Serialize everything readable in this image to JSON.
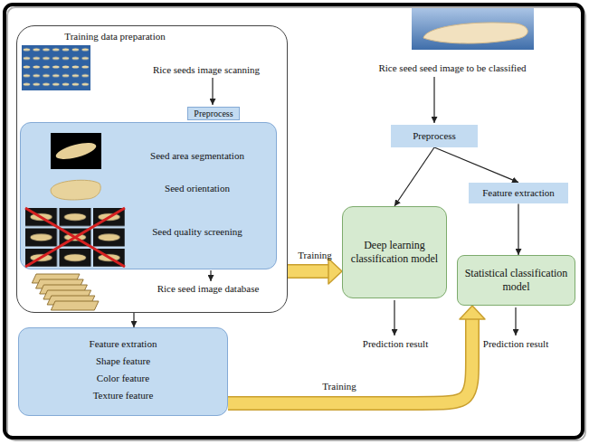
{
  "diagram": {
    "nodes": [
      {
        "text": [
          "Training data preparation"
        ]
      },
      {
        "text": [
          "Preprocess",
          "Seed area segmentation",
          "Seed orientation",
          "Seed quality screening"
        ],
        "in": 0
      },
      {
        "text": [
          "Feature extration",
          "Shape feature",
          "Color feature",
          "Texture feature"
        ]
      },
      {
        "text": [
          "Preprocess"
        ]
      },
      {
        "text": [
          "Deep learning classification model"
        ]
      },
      {
        "text": [
          "Feature extraction"
        ]
      },
      {
        "text": [
          "Statistical classification model"
        ]
      }
    ],
    "edges": [
      {
        "from": 0,
        "to": 4,
        "label": "Training",
        "arrow": "to"
      },
      {
        "from": 0,
        "to": 2,
        "arrow": "to"
      },
      {
        "from": 3,
        "to": 4,
        "arrow": "to"
      },
      {
        "from": 3,
        "to": 5,
        "arrow": "to"
      },
      {
        "from": 5,
        "to": 6,
        "arrow": "to"
      },
      {
        "from": 2,
        "to": 6,
        "label": "Training",
        "arrow": "to"
      }
    ],
    "labels": [
      "Rice seeds image scanning",
      "Rice seed image database",
      "Rice seed seed image to be classified",
      "Prediction result",
      "Prediction result"
    ]
  }
}
